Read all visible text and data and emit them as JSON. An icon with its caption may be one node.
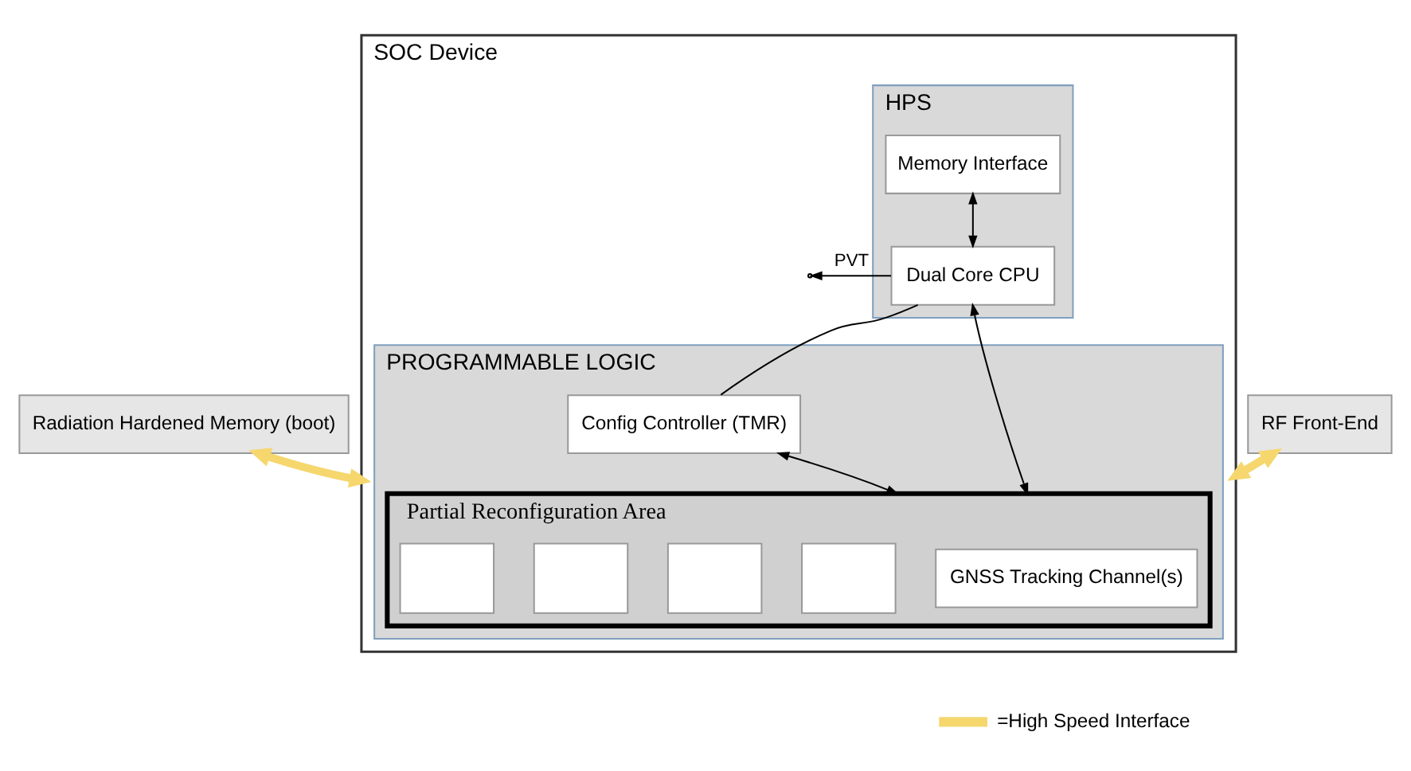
{
  "diagram": {
    "nodes": [
      {
        "text": [
          "SOC Device"
        ]
      },
      {
        "text": [
          "HPS"
        ],
        "in": 0
      },
      {
        "text": [
          "Memory Interface"
        ],
        "in": 1
      },
      {
        "text": [
          "Dual Core CPU"
        ],
        "in": 1
      },
      {
        "text": [
          "PROGRAMMABLE LOGIC"
        ],
        "in": 0
      },
      {
        "text": [
          "Config Controller (TMR)"
        ],
        "in": 4
      },
      {
        "text": [
          "Partial Reconfiguration Area"
        ],
        "in": 4
      },
      {
        "text": [],
        "shape": "box",
        "in": 6
      },
      {
        "text": [],
        "shape": "box",
        "in": 6
      },
      {
        "text": [],
        "shape": "box",
        "in": 6
      },
      {
        "text": [],
        "shape": "box",
        "in": 6
      },
      {
        "text": [
          "GNSS Tracking Channel(s)"
        ],
        "in": 6
      },
      {
        "text": [
          "Radiation Hardened Memory (boot)"
        ]
      },
      {
        "text": [
          "RF Front-End"
        ]
      }
    ],
    "edges": [
      {
        "from": 2,
        "to": 3,
        "arrow": "both"
      },
      {
        "from": 3,
        "to": null,
        "arrow": "to",
        "label": "PVT"
      },
      {
        "from": 3,
        "to": 5,
        "arrow": "none"
      },
      {
        "from": 3,
        "to": 6,
        "arrow": "both"
      },
      {
        "from": 5,
        "to": 6,
        "arrow": "both"
      },
      {
        "from": 12,
        "to": 0,
        "arrow": "both",
        "style": "thick",
        "color": "#f5d76e"
      },
      {
        "from": 13,
        "to": 0,
        "arrow": "both",
        "style": "thick",
        "color": "#f5d76e"
      }
    ],
    "legend": [
      {
        "text": "=High Speed Interface"
      }
    ]
  }
}
